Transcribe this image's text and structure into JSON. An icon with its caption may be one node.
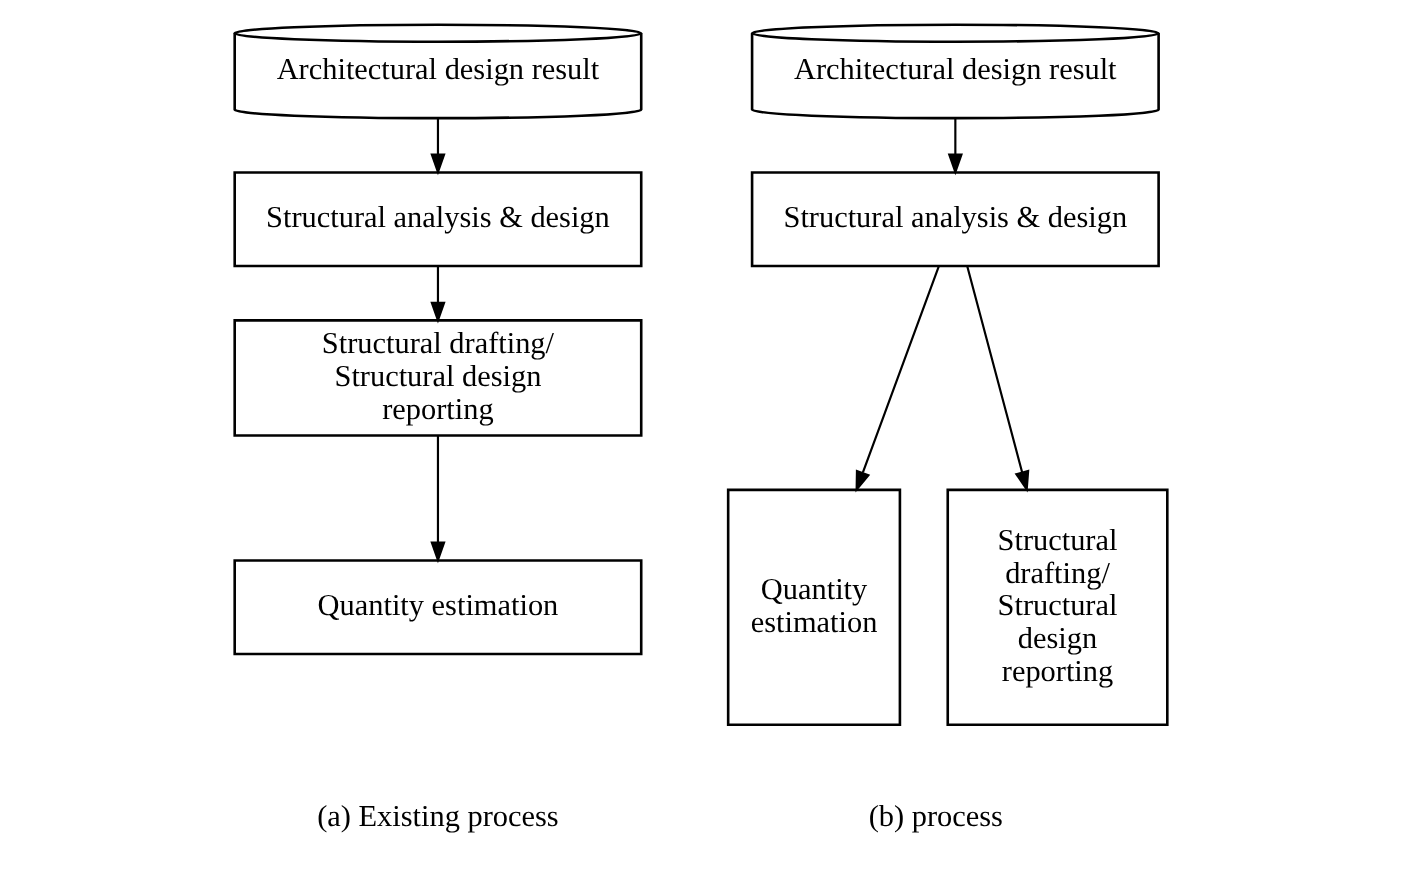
{
  "diagram": {
    "nodes": [
      {
        "text": [
          "Architectural design result"
        ]
      },
      {
        "text": [
          "Structural analysis & design"
        ]
      },
      {
        "text": [
          "Structural drafting/ Structural design reporting"
        ]
      },
      {
        "text": [
          "Quantity estimation"
        ]
      },
      {
        "text": [
          "Architectural design result"
        ]
      },
      {
        "text": [
          "Structural analysis & design"
        ]
      },
      {
        "text": [
          "Quantity estimation"
        ]
      },
      {
        "text": [
          "Structural drafting/ Structural design reporting"
        ]
      }
    ],
    "edges": [
      {
        "from": 0,
        "to": 1,
        "arrow": "to"
      },
      {
        "from": 1,
        "to": 2,
        "arrow": "to"
      },
      {
        "from": 2,
        "to": 3,
        "arrow": "to"
      },
      {
        "from": 4,
        "to": 5,
        "arrow": "to"
      },
      {
        "from": 5,
        "to": 6,
        "arrow": "to"
      },
      {
        "from": 5,
        "to": 7,
        "arrow": "to"
      }
    ],
    "labels": [
      "(a) Existing process",
      "(b) process"
    ]
  }
}
